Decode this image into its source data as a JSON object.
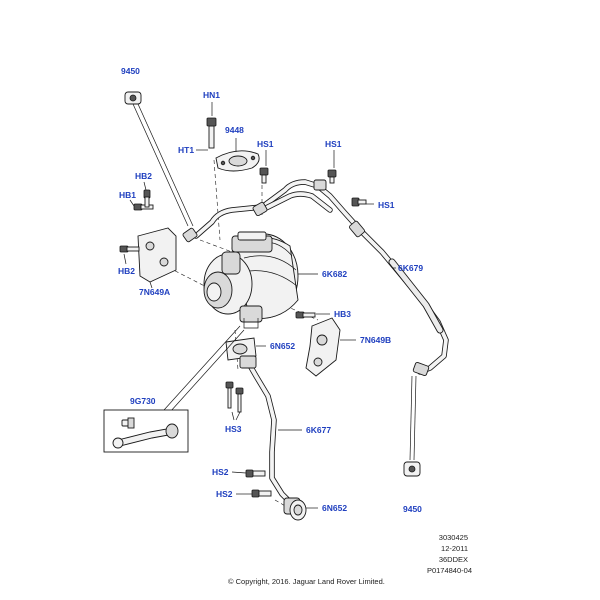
{
  "labels": {
    "p9450_top": "9450",
    "hn1": "HN1",
    "p9448": "9448",
    "ht1": "HT1",
    "hs1_a": "HS1",
    "hs1_b": "HS1",
    "hs1_c": "HS1",
    "hb2_top": "HB2",
    "hb1": "HB1",
    "hb2_bottom": "HB2",
    "p7n649a": "7N649A",
    "p6k682": "6K682",
    "p6k679": "6K679",
    "hb3": "HB3",
    "p7n649b": "7N649B",
    "p6n652_a": "6N652",
    "p9g730": "9G730",
    "hs3": "HS3",
    "p6k677": "6K677",
    "hs2_a": "HS2",
    "hs2_b": "HS2",
    "p6n652_b": "6N652",
    "p9450_bottom": "9450"
  },
  "footer": {
    "line1": "3030425",
    "line2": "12-2011",
    "line3": "36DDEX",
    "line4": "P0174840-04",
    "copyright": "© Copyright, 2016. Jaguar Land Rover Limited."
  },
  "colors": {
    "label": "#1f3fbf",
    "line": "#1a1a1a"
  }
}
